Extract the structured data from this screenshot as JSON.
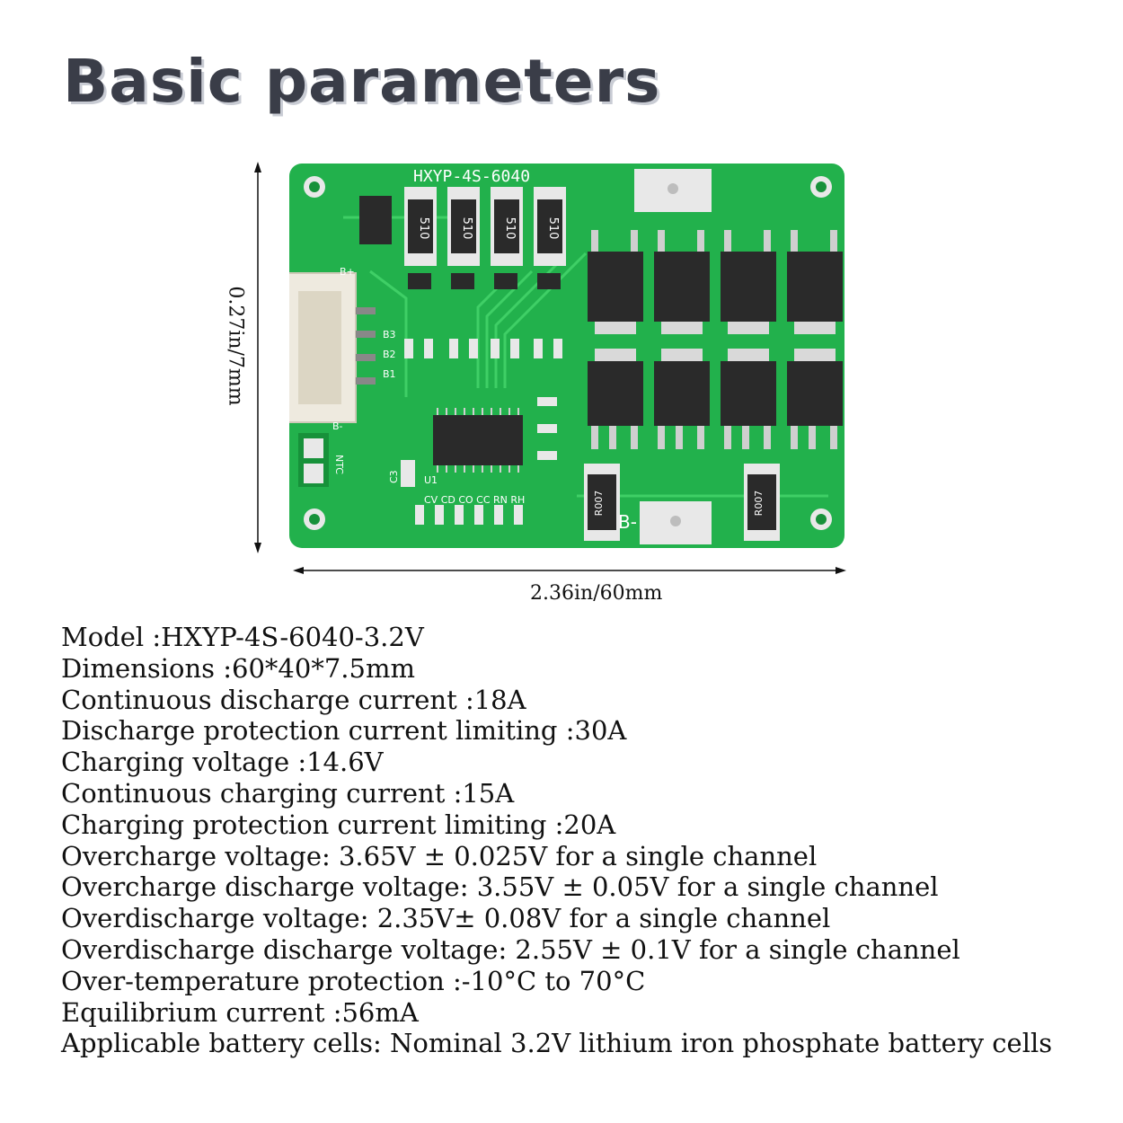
{
  "title": "Basic parameters",
  "dimensions": {
    "height_label": "0.27in/7mm",
    "width_label": "2.36in/60mm"
  },
  "board": {
    "silkscreen_model": "HXYP-4S-6040",
    "resistor_codes": [
      "510",
      "510",
      "510",
      "510"
    ],
    "labels": {
      "b_plus": "B+",
      "b3": "B3",
      "b2": "B2",
      "b1": "B1",
      "b_minus_small": "B-",
      "ntc": "NTC",
      "b_minus": "B-",
      "shunt_left": "R007",
      "shunt_right": "R007",
      "cap_labels": "CV CD CO CC RN RH",
      "c3": "C3",
      "u1": "U1"
    },
    "colors": {
      "pcb": "#22b14c",
      "pcb_dark": "#17913a",
      "trace": "#3fcf66",
      "pad": "#e8e8e8",
      "component": "#2a2a2a",
      "connector": "#eeeadf"
    }
  },
  "specs": [
    "Model :HXYP-4S-6040-3.2V",
    "Dimensions :60*40*7.5mm",
    "Continuous discharge current :18A",
    "Discharge protection current limiting :30A",
    "Charging voltage :14.6V",
    "Continuous charging current :15A",
    "Charging protection current limiting :20A",
    "Overcharge voltage: 3.65V ± 0.025V for a single channel",
    "Overcharge discharge voltage: 3.55V ± 0.05V for a single channel",
    "Overdischarge voltage: 2.35V± 0.08V for a single channel",
    "Overdischarge discharge voltage: 2.55V ± 0.1V for a single channel",
    "Over-temperature protection :-10°C to 70°C",
    "Equilibrium current :56mA",
    "Applicable battery cells: Nominal 3.2V lithium iron phosphate battery cells"
  ]
}
